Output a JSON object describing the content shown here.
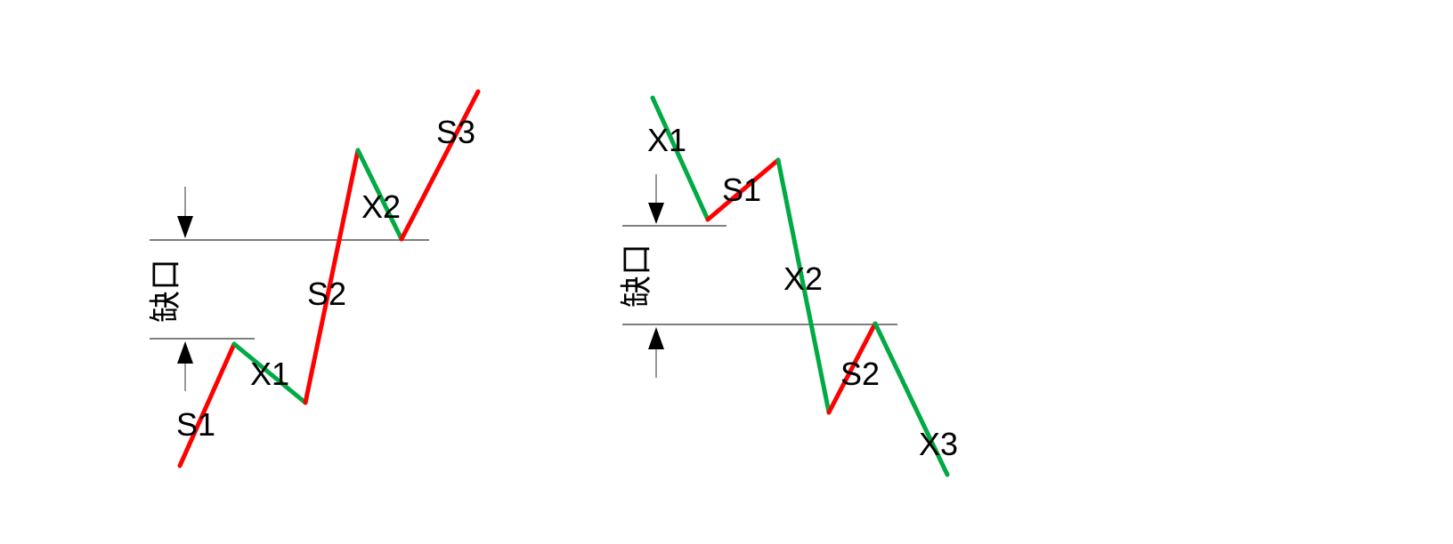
{
  "colors": {
    "up": "#ff0000",
    "down": "#00aa44",
    "guide": "#555555",
    "arrow_shaft": "#999999",
    "arrow_head": "#000000"
  },
  "left_diagram": {
    "gap_label": "缺口",
    "segments": [
      {
        "label": "S1",
        "direction": "up"
      },
      {
        "label": "X1",
        "direction": "down"
      },
      {
        "label": "S2",
        "direction": "up"
      },
      {
        "label": "X2",
        "direction": "down"
      },
      {
        "label": "S3",
        "direction": "up"
      }
    ]
  },
  "right_diagram": {
    "gap_label": "缺口",
    "segments": [
      {
        "label": "X1",
        "direction": "down"
      },
      {
        "label": "S1",
        "direction": "up"
      },
      {
        "label": "X2",
        "direction": "down"
      },
      {
        "label": "S2",
        "direction": "up"
      },
      {
        "label": "X3",
        "direction": "down"
      }
    ]
  }
}
